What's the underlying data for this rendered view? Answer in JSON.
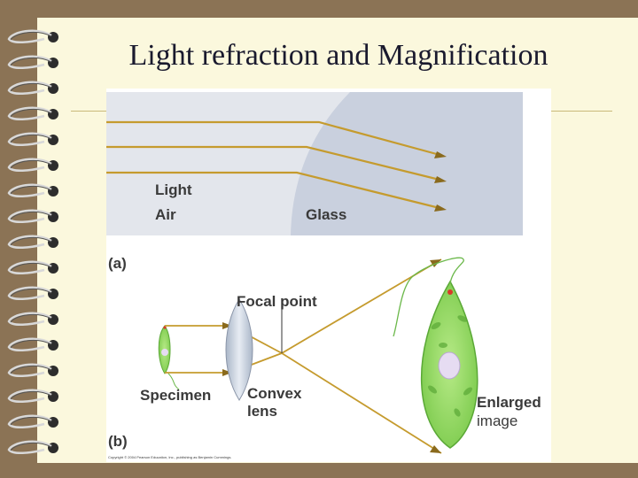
{
  "slide": {
    "title": "Light refraction and Magnification"
  },
  "figure": {
    "panel_a": {
      "label": "(a)",
      "light": "Light",
      "air": "Air",
      "glass": "Glass"
    },
    "panel_b": {
      "label": "(b)",
      "focal_point": "Focal point",
      "specimen": "Specimen",
      "convex": "Convex",
      "lens": "lens",
      "enlarged": "Enlarged",
      "image": "image"
    },
    "copyright": "Copyright © 2004 Pearson Education, Inc., publishing as Benjamin Cummings."
  },
  "colors": {
    "background": "#8b7355",
    "slide": "#fbf8dd",
    "panel_gray": "#e3e6ec",
    "glass": "#c9d0de",
    "ray": "#c59b2e",
    "cell": "#9bd86a",
    "nucleus": "#e6dcf2"
  }
}
